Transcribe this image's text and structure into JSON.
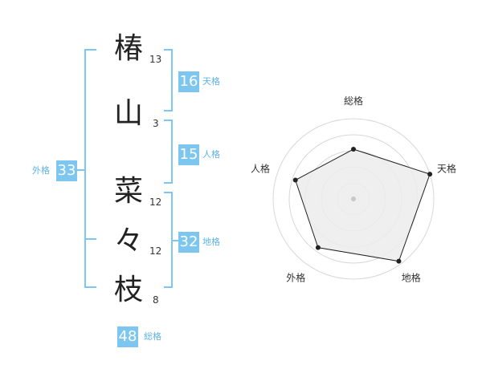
{
  "name": {
    "chars": [
      {
        "char": "椿",
        "strokes": "13"
      },
      {
        "char": "山",
        "strokes": "3"
      },
      {
        "char": "菜",
        "strokes": "12"
      },
      {
        "char": "々",
        "strokes": "12"
      },
      {
        "char": "枝",
        "strokes": "8"
      }
    ]
  },
  "fortune": {
    "tenkaku": {
      "value": "16",
      "label": "天格"
    },
    "jinkaku": {
      "value": "15",
      "label": "人格"
    },
    "chikaku": {
      "value": "32",
      "label": "地格"
    },
    "gaikaku": {
      "value": "33",
      "label": "外格"
    },
    "soukaku": {
      "value": "48",
      "label": "総格"
    }
  },
  "colors": {
    "accent": "#7cc6ef",
    "bracket": "#7cc6ef",
    "radar_fill": "#ececec",
    "grid": "#d7d7d7",
    "line": "#222222"
  },
  "chart_data": {
    "type": "radar",
    "axes": [
      "総格",
      "天格",
      "地格",
      "外格",
      "人格"
    ],
    "values": [
      0.62,
      1.0,
      0.96,
      0.75,
      0.76
    ],
    "rings": 5
  }
}
